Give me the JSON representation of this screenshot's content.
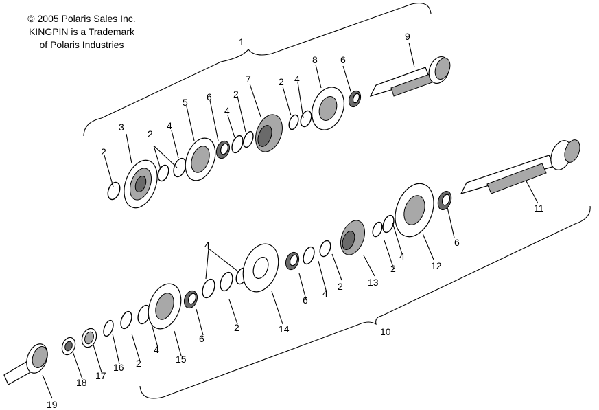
{
  "copyright": {
    "line1": "© 2005 Polaris Sales Inc.",
    "line2": "KINGPIN is a Trademark",
    "line3": "of Polaris Industries"
  },
  "callouts": {
    "c1": "1",
    "c2a": "2",
    "c2b": "2",
    "c2c": "2",
    "c2d": "2",
    "c2e": "2",
    "c2f": "2",
    "c2g": "2",
    "c2h": "2",
    "c3": "3",
    "c4a": "4",
    "c4b": "4",
    "c4c": "4",
    "c4d": "4",
    "c4e": "4",
    "c4f": "4",
    "c4g": "4",
    "c5": "5",
    "c6a": "6",
    "c6b": "6",
    "c6c": "6",
    "c6d": "6",
    "c6e": "6",
    "c7": "7",
    "c8": "8",
    "c9": "9",
    "c10": "10",
    "c11": "11",
    "c12": "12",
    "c13": "13",
    "c14": "14",
    "c15": "15",
    "c16": "16",
    "c17": "17",
    "c18": "18",
    "c19": "19"
  }
}
